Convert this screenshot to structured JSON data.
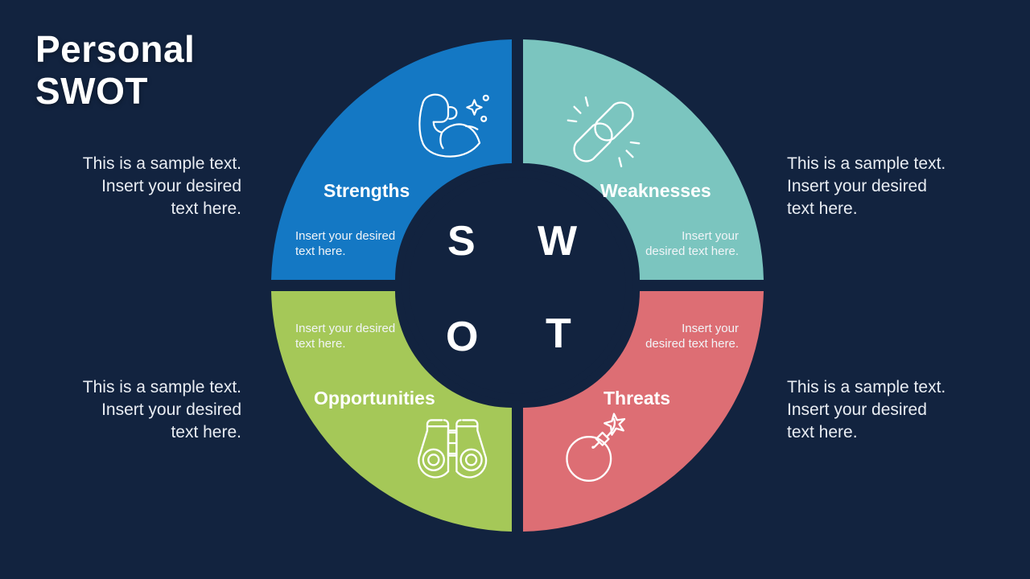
{
  "slide": {
    "title": "Personal\nSWOT",
    "background_color": "#12233f"
  },
  "palette": {
    "background": "#12233f",
    "strengths": "#1478c4",
    "weaknesses": "#7bc5bf",
    "opportunities": "#a5c858",
    "threats": "#dd6e74",
    "ring_stroke": "#12233f",
    "text": "#ffffff"
  },
  "quadrants": {
    "strengths": {
      "heading": "Strengths",
      "letter": "S",
      "body": "Insert your desired\ntext here.",
      "side_note": "This is a sample text.\nInsert your desired\ntext here.",
      "icon": "flexed-bicep-icon",
      "color": "#1478c4"
    },
    "weaknesses": {
      "heading": "Weaknesses",
      "letter": "W",
      "body": "Insert your\ndesired text here.",
      "side_note": "This is a sample text.\nInsert your desired\ntext here.",
      "icon": "broken-chain-icon",
      "color": "#7bc5bf"
    },
    "opportunities": {
      "heading": "Opportunities",
      "letter": "O",
      "body": "Insert your desired\ntext here.",
      "side_note": "This is a sample text.\nInsert your desired\ntext here.",
      "icon": "binoculars-icon",
      "color": "#a5c858"
    },
    "threats": {
      "heading": "Threats",
      "letter": "T",
      "body": "Insert your\ndesired text here.",
      "side_note": "This is a sample text.\nInsert your desired\ntext here.",
      "icon": "bomb-icon",
      "color": "#dd6e74"
    }
  }
}
